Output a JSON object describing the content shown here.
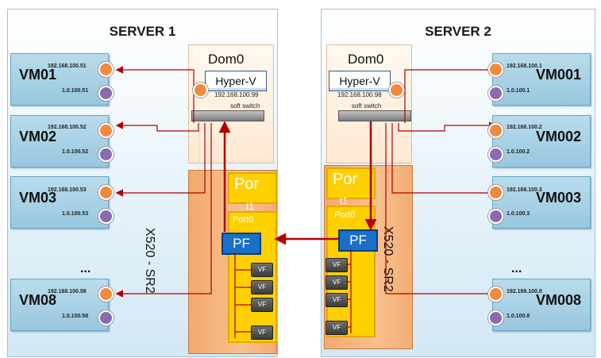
{
  "server1": {
    "title": "SERVER 1",
    "dom0_title": "Dom0",
    "hyperv": "Hyper-V",
    "ip": "192.168.100.99",
    "switch_label": "soft switch",
    "nic_label": "X520 - SR2",
    "port_top": "Por",
    "port_top_sub": "t1",
    "port0": "Port0",
    "pf": "PF",
    "vf": "VF",
    "vms": [
      {
        "name": "VM01",
        "ip1": "192.168.100.51",
        "ip2": "1.0.100.51"
      },
      {
        "name": "VM02",
        "ip1": "192.168.100.52",
        "ip2": "1.0.100.52"
      },
      {
        "name": "VM03",
        "ip1": "192.168.100.53",
        "ip2": "1.0.100.53"
      },
      {
        "name": "VM08",
        "ip1": "192.168.100.58",
        "ip2": "1.0.100.58"
      }
    ],
    "ellipsis": "..."
  },
  "server2": {
    "title": "SERVER 2",
    "dom0_title": "Dom0",
    "hyperv": "Hyper-V",
    "ip": "192.168.100.98",
    "switch_label": "soft switch",
    "nic_label": "X520 - SR2",
    "port_top": "Por",
    "port_top_sub": "t1",
    "port0": "Port0",
    "pf": "PF",
    "vf": "VF",
    "vms": [
      {
        "name": "VM001",
        "ip1": "192.168.100.1",
        "ip2": "1.0.100.1"
      },
      {
        "name": "VM002",
        "ip1": "192.168.100.2",
        "ip2": "1.0.100.2"
      },
      {
        "name": "VM003",
        "ip1": "192.168.100.3",
        "ip2": "1.0.100.3"
      },
      {
        "name": "VM008",
        "ip1": "192.168.100.8",
        "ip2": "1.0.100.8"
      }
    ],
    "ellipsis": "..."
  },
  "colors": {
    "link": "#b00000",
    "orange_nic": "#f08a3c",
    "purple_nic": "#8a6bb0",
    "pf_blue": "#1a6fc9",
    "port_yellow": "#ffd000"
  }
}
